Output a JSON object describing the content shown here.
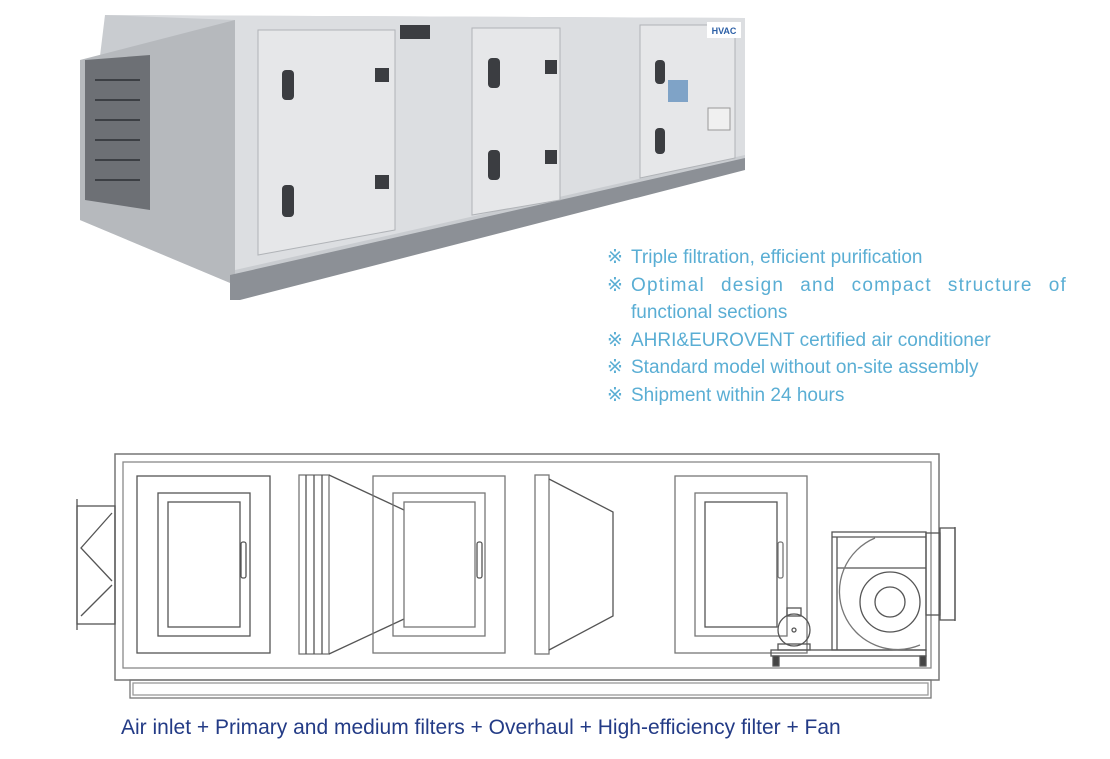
{
  "photo": {
    "badge": "HVAC"
  },
  "features": {
    "marker": "※",
    "items": [
      {
        "text": "Triple filtration, efficient purification"
      },
      {
        "text": "Optimal design and compact structure of",
        "continuation": "functional sections"
      },
      {
        "text": "AHRI&EUROVENT certified air conditioner"
      },
      {
        "text": "Standard model without on-site assembly"
      },
      {
        "text": "Shipment within 24 hours"
      }
    ]
  },
  "caption": "Air inlet + Primary and medium filters + Overhaul + High-efficiency filter + Fan",
  "colors": {
    "feature_text": "#5aaed4",
    "caption_text": "#233b86"
  }
}
